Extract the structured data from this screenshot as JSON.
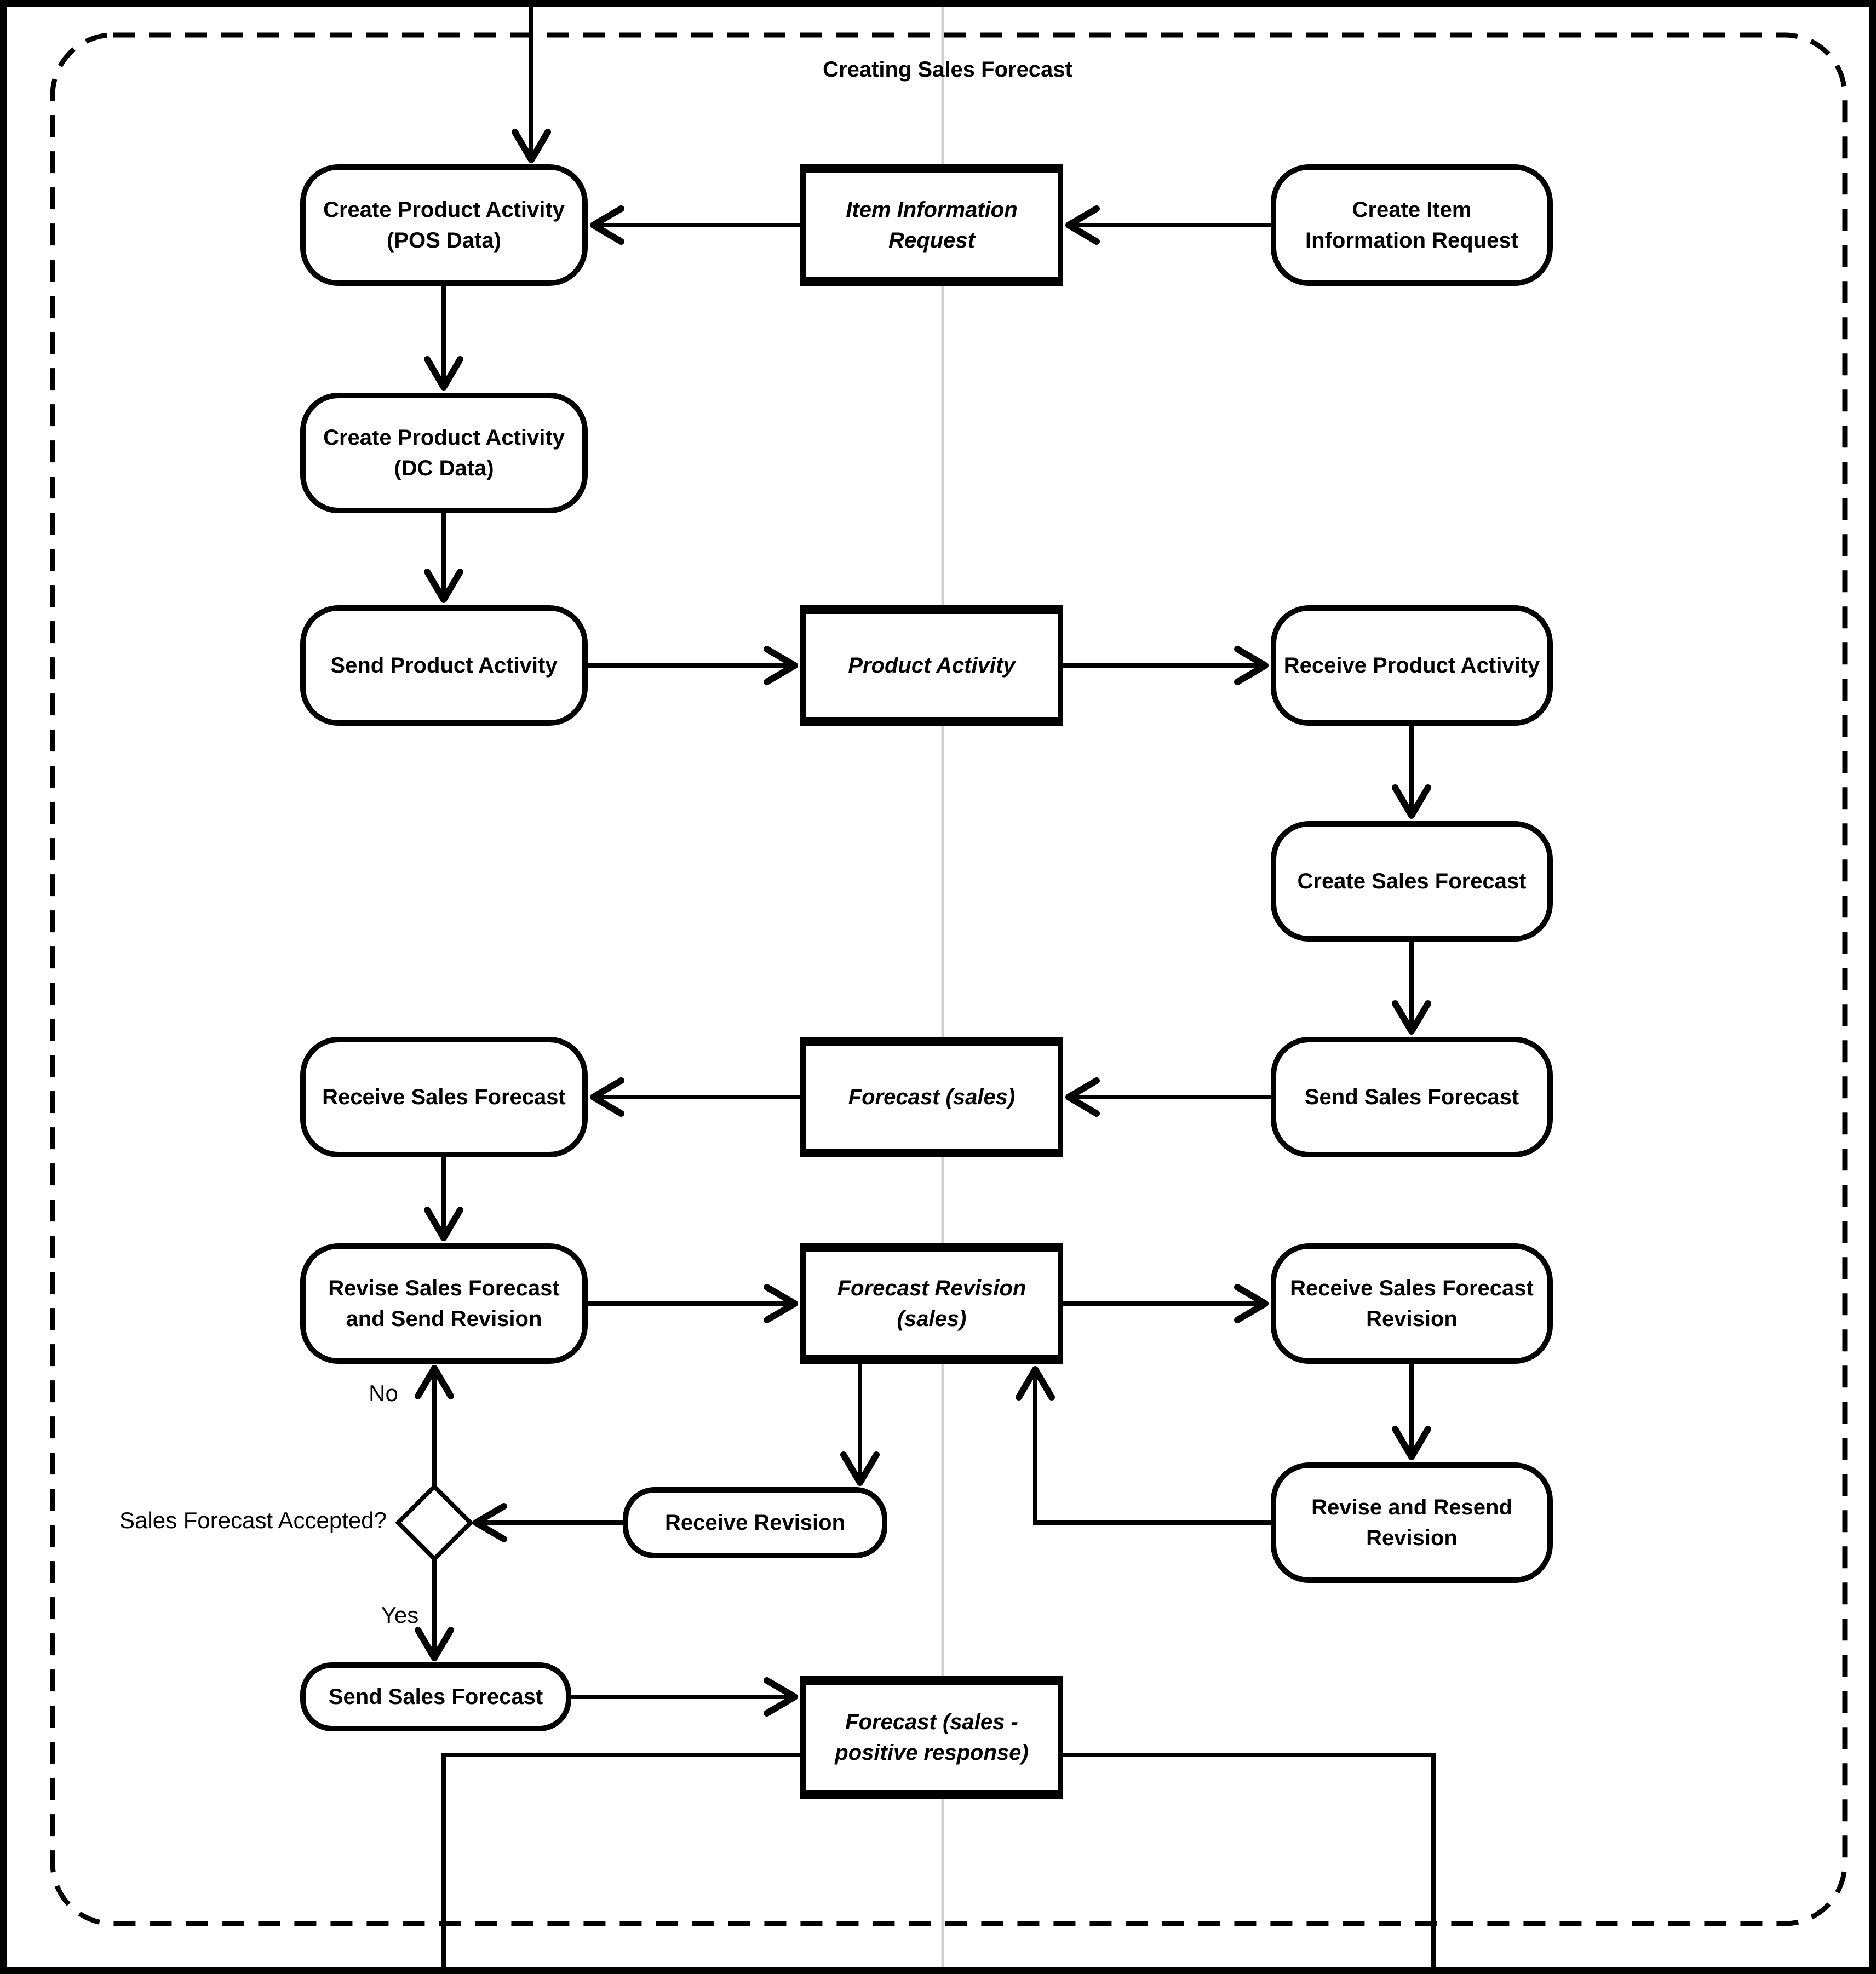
{
  "diagram": {
    "title": "Creating Sales Forecast",
    "decision": {
      "question": "Sales Forecast Accepted?",
      "yes_label": "Yes",
      "no_label": "No"
    },
    "nodes": {
      "create_product_activity_pos": {
        "label": "Create Product Activity\n(POS Data)",
        "type": "activity"
      },
      "item_information_request": {
        "label": "Item Information\nRequest",
        "type": "message"
      },
      "create_item_information_request": {
        "label": "Create Item\nInformation Request",
        "type": "activity"
      },
      "create_product_activity_dc": {
        "label": "Create Product Activity\n(DC Data)",
        "type": "activity"
      },
      "send_product_activity": {
        "label": "Send Product Activity",
        "type": "activity"
      },
      "product_activity": {
        "label": "Product Activity",
        "type": "message"
      },
      "receive_product_activity": {
        "label": "Receive Product Activity",
        "type": "activity"
      },
      "create_sales_forecast": {
        "label": "Create Sales Forecast",
        "type": "activity"
      },
      "receive_sales_forecast": {
        "label": "Receive Sales Forecast",
        "type": "activity"
      },
      "forecast_sales": {
        "label": "Forecast (sales)",
        "type": "message"
      },
      "send_sales_forecast": {
        "label": "Send Sales Forecast",
        "type": "activity"
      },
      "revise_sales_forecast": {
        "label": "Revise Sales Forecast\nand Send Revision",
        "type": "activity"
      },
      "forecast_revision_sales": {
        "label": "Forecast Revision\n(sales)",
        "type": "message"
      },
      "receive_sales_forecast_revision": {
        "label": "Receive Sales Forecast\nRevision",
        "type": "activity"
      },
      "receive_revision": {
        "label": "Receive Revision",
        "type": "activity"
      },
      "revise_and_resend_revision": {
        "label": "Revise and Resend\nRevision",
        "type": "activity"
      },
      "send_sales_forecast_2": {
        "label": "Send Sales Forecast",
        "type": "activity"
      },
      "forecast_sales_positive_response": {
        "label": "Forecast (sales -\npositive response)",
        "type": "message"
      }
    },
    "colors": {
      "line": "#000000",
      "background": "#ffffff",
      "lane_divider": "#d0d0d0"
    }
  }
}
